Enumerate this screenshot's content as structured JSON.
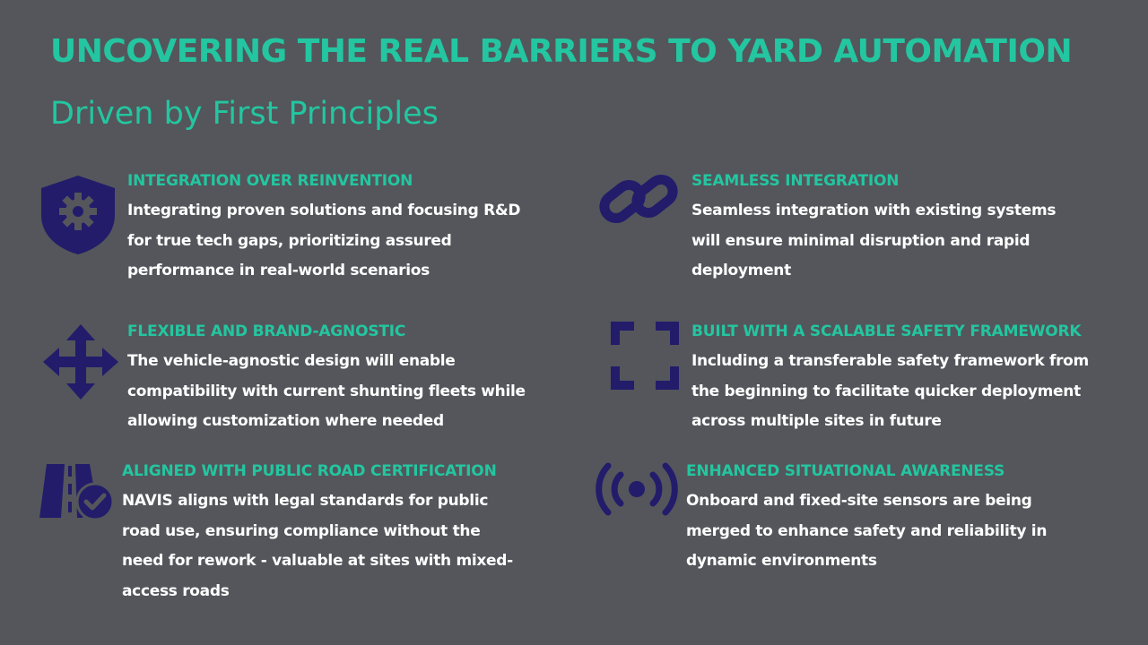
{
  "title": "UNCOVERING THE REAL BARRIERS TO YARD AUTOMATION",
  "subtitle": "Driven by First Principles",
  "colors": {
    "background": "#54565b",
    "accent": "#23c6a0",
    "icon": "#221c6b",
    "text": "#ffffff"
  },
  "items": [
    {
      "icon": "shield-gear-icon",
      "heading": "INTEGRATION OVER REINVENTION",
      "body": "Integrating proven solutions and focusing R&D for true tech gaps, prioritizing assured performance in real-world scenarios"
    },
    {
      "icon": "chain-link-icon",
      "heading": "SEAMLESS INTEGRATION",
      "body": "Seamless integration with existing systems will ensure minimal disruption and rapid deployment"
    },
    {
      "icon": "move-arrows-icon",
      "heading": "FLEXIBLE AND BRAND-AGNOSTIC",
      "body": "The vehicle-agnostic design will enable compatibility with current shunting fleets while allowing customization where needed"
    },
    {
      "icon": "expand-frame-icon",
      "heading": "BUILT WITH A SCALABLE SAFETY FRAMEWORK",
      "body": "Including a transferable safety framework from the beginning to facilitate quicker deployment across multiple sites in future"
    },
    {
      "icon": "road-check-icon",
      "heading": "ALIGNED WITH PUBLIC ROAD CERTIFICATION",
      "body": "NAVIS aligns with legal standards for public road use, ensuring compliance without the need for rework - valuable at sites with mixed-access roads"
    },
    {
      "icon": "broadcast-signal-icon",
      "heading": "ENHANCED SITUATIONAL AWARENESS",
      "body": "Onboard and fixed-site sensors are being merged to enhance safety and reliability in dynamic environments"
    }
  ]
}
